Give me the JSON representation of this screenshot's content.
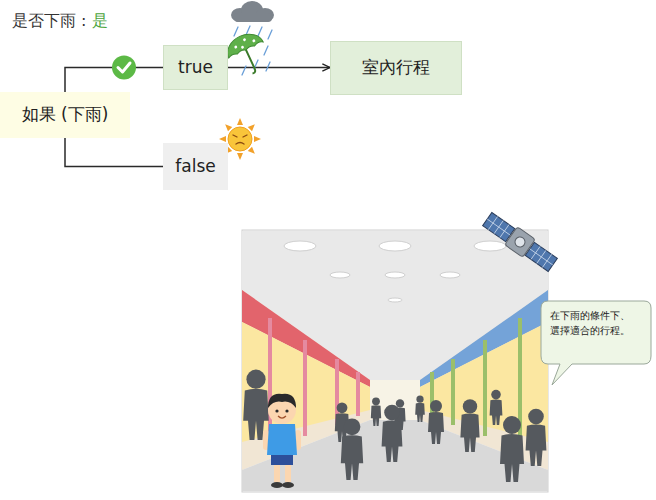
{
  "diagram": {
    "nodes": [
      {
        "text": [
          "true"
        ]
      },
      {
        "text": [
          "室內行程"
        ]
      },
      {
        "text": [
          "如果 (下雨)"
        ]
      },
      {
        "text": [
          "false"
        ]
      },
      {
        "text": [
          "在下雨的條件下、 選擇適合的行程。"
        ]
      }
    ],
    "edges": [
      {
        "from": 2,
        "to": 0,
        "arrow": "none"
      },
      {
        "from": 2,
        "to": 3,
        "arrow": "none"
      },
      {
        "from": 0,
        "to": 1,
        "arrow": "to"
      }
    ],
    "labels": [
      "是否下雨 :",
      "是"
    ]
  }
}
